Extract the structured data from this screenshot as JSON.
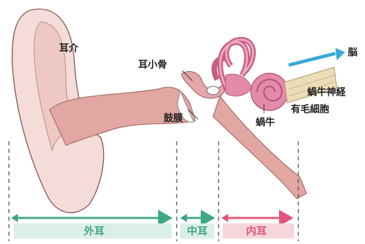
{
  "labels": {
    "auricle": "耳介",
    "ossicles": "耳小骨",
    "brain": "脳",
    "eardrum": "鼓膜",
    "cochlea": "蝸牛",
    "cochlear_nerve": "蝸牛神経",
    "hair_cells": "有毛細胞"
  },
  "sections": {
    "outer_ear": "外耳",
    "middle_ear": "中耳",
    "inner_ear": "内耳"
  },
  "colors": {
    "skin": "#f4dcd8",
    "canal": "#e2a6a3",
    "inner_ear": "#e48aaa",
    "nerve": "#ecdcb8",
    "brain_arrow": "#3aa7d8",
    "outer_arrow": "#3fa687",
    "middle_arrow": "#3fa687",
    "inner_arrow": "#e0577a",
    "inner_fill": "#f7d5dd",
    "outer_fill": "#dcefe6"
  }
}
